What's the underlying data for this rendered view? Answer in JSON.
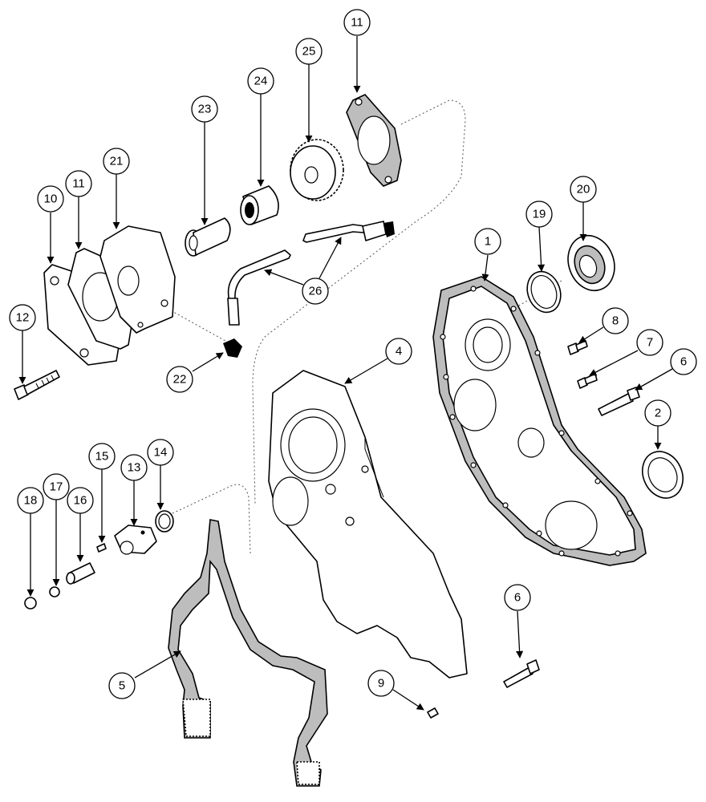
{
  "callouts": [
    {
      "id": "c1",
      "label": "1"
    },
    {
      "id": "c2",
      "label": "2"
    },
    {
      "id": "c4",
      "label": "4"
    },
    {
      "id": "c5",
      "label": "5"
    },
    {
      "id": "c6a",
      "label": "6"
    },
    {
      "id": "c6b",
      "label": "6"
    },
    {
      "id": "c7",
      "label": "7"
    },
    {
      "id": "c8",
      "label": "8"
    },
    {
      "id": "c9",
      "label": "9"
    },
    {
      "id": "c10",
      "label": "10"
    },
    {
      "id": "c11a",
      "label": "11"
    },
    {
      "id": "c11b",
      "label": "11"
    },
    {
      "id": "c12",
      "label": "12"
    },
    {
      "id": "c13",
      "label": "13"
    },
    {
      "id": "c14",
      "label": "14"
    },
    {
      "id": "c15",
      "label": "15"
    },
    {
      "id": "c16",
      "label": "16"
    },
    {
      "id": "c17",
      "label": "17"
    },
    {
      "id": "c18",
      "label": "18"
    },
    {
      "id": "c19",
      "label": "19"
    },
    {
      "id": "c20",
      "label": "20"
    },
    {
      "id": "c21",
      "label": "21"
    },
    {
      "id": "c22",
      "label": "22"
    },
    {
      "id": "c23",
      "label": "23"
    },
    {
      "id": "c24",
      "label": "24"
    },
    {
      "id": "c25",
      "label": "25"
    },
    {
      "id": "c26",
      "label": "26"
    }
  ]
}
